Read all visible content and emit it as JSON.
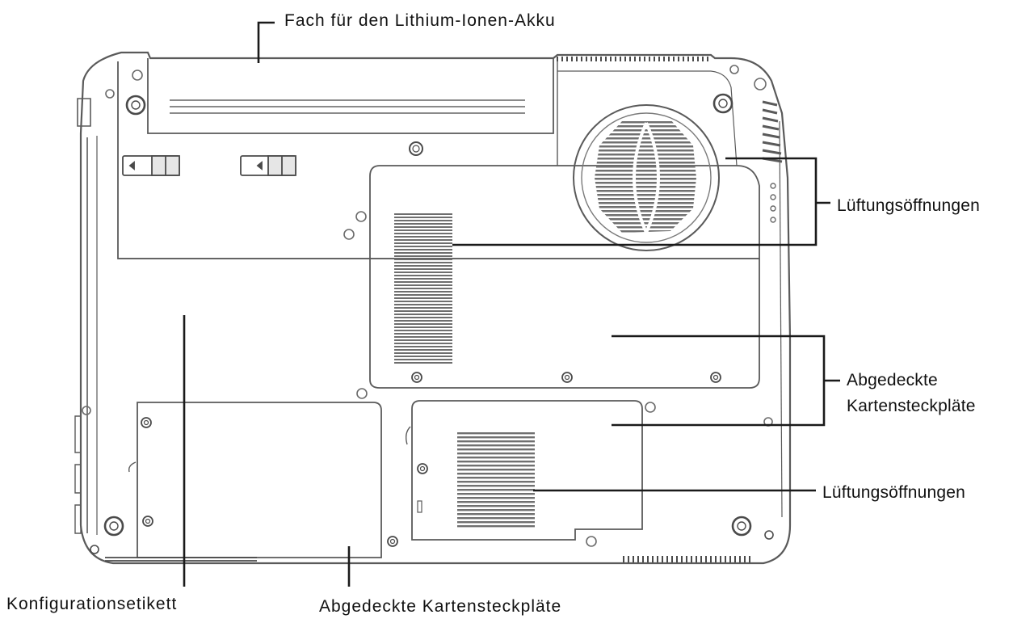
{
  "labels": {
    "battery_bay": "Fach für den Lithium-Ionen-Akku",
    "vents_top": "Lüftungsöffnungen",
    "covered_slots_right_line1": "Abgedeckte",
    "covered_slots_right_line2": "Kartensteckpläte",
    "vents_bottom": "Lüftungsöffnungen",
    "config_label": "Konfigurationsetikett",
    "covered_slots_bottom": "Abgedeckte Kartensteckpläte"
  },
  "colors": {
    "line": "#1a1a1a",
    "outline": "#5a5a5a",
    "vent": "#6e6e6e",
    "background": "#ffffff"
  }
}
